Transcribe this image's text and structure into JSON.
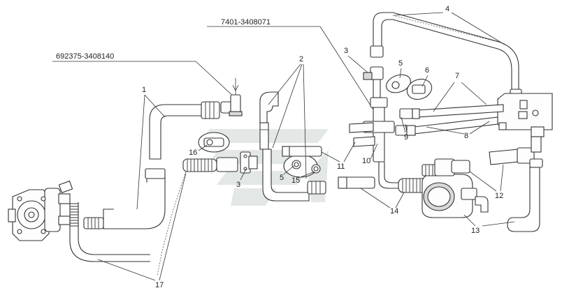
{
  "part_numbers": {
    "top_center": "7401-3408071",
    "top_left": "692375-3408140"
  },
  "callouts": [
    "1",
    "2",
    "3",
    "3",
    "4",
    "5",
    "5",
    "6",
    "7",
    "8",
    "9",
    "10",
    "11",
    "12",
    "13",
    "14",
    "15",
    "16",
    "17"
  ]
}
